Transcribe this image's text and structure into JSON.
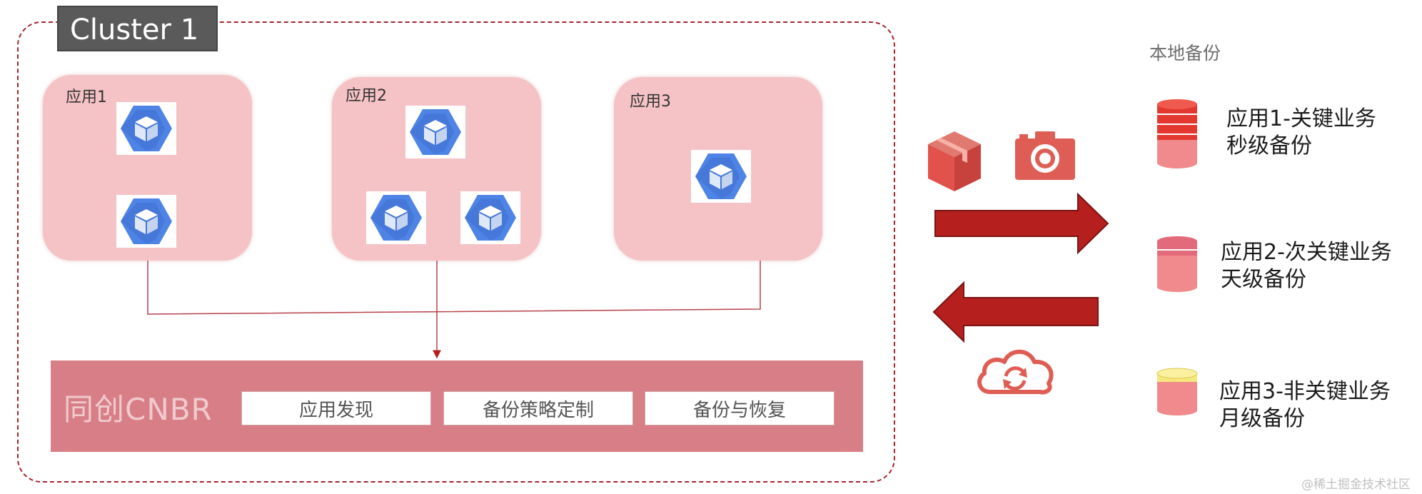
{
  "cluster": {
    "title": "Cluster 1",
    "apps": [
      {
        "label": "应用1"
      },
      {
        "label": "应用2"
      },
      {
        "label": "应用3"
      }
    ]
  },
  "cnbr": {
    "title": "同创CNBR",
    "features": [
      "应用发现",
      "备份策略定制",
      "备份与恢复"
    ]
  },
  "local_backup": {
    "title": "本地备份",
    "items": [
      {
        "line1": "应用1-关键业务",
        "line2": "秒级备份",
        "color": "#e2382f"
      },
      {
        "line1": "应用2-次关键业务",
        "line2": "天级备份",
        "color": "#e36a7a"
      },
      {
        "line1": "应用3-非关键业务",
        "line2": "月级备份",
        "color": "#f6e77c"
      }
    ]
  },
  "icons": [
    "kubernetes-cube-icon",
    "package-box-icon",
    "camera-icon",
    "cloud-sync-icon",
    "database-icon"
  ],
  "colors": {
    "accent": "#b5201f",
    "pink_box": "#f5c3c5",
    "cnbr_bar": "#d87e86"
  },
  "watermark": "@稀土掘金技术社区"
}
